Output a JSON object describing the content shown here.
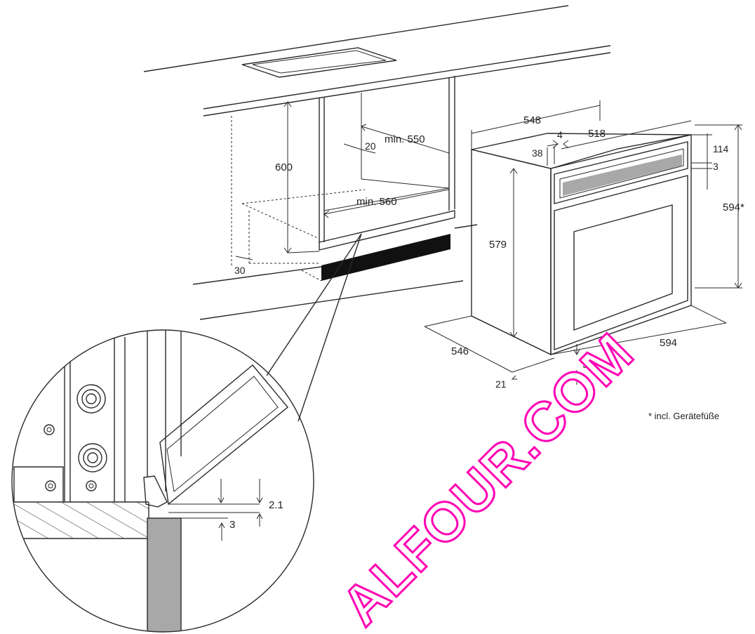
{
  "labels": {
    "d600": "600",
    "d30": "30",
    "d20": "20",
    "min550": "min. 550",
    "min560": "min. 560",
    "d548": "548",
    "d4": "4",
    "d518": "518",
    "d38": "38",
    "d114": "114",
    "d3top": "3",
    "d594h": "594*",
    "d579": "579",
    "d546": "546",
    "d594w": "594",
    "d5": "5",
    "d21": "21",
    "d2_1": "2.1",
    "d3detail": "3"
  },
  "footnote": "* incl. Gerätefüße",
  "watermark": "ALFOUR.COM",
  "colors": {
    "line": "#2a2a2a",
    "watermark": "#ff00b4",
    "gray_panel": "#a8a8a8",
    "black_plinth": "#111111"
  }
}
